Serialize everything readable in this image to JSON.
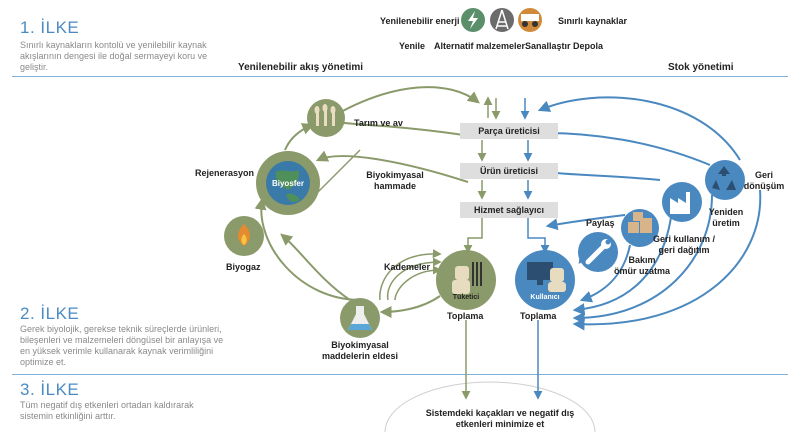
{
  "principles": [
    {
      "title": "1. İLKE",
      "desc": [
        "Sınırlı kaynakların kontolü ve yenilebilir kaynak",
        "akışlarının dengesi ile doğal sermayeyi koru ve",
        "geliştir."
      ]
    },
    {
      "title": "2. İLKE",
      "desc": [
        "Gerek biyolojik, gerekse teknik süreçlerde ürünleri,",
        "bileşenleri ve malzemeleri döngüsel bir anlayışa ve",
        "en yüksek verimle kullanarak kaynak verimliliğini",
        "optimize et."
      ]
    },
    {
      "title": "3. İLKE",
      "desc": [
        "Tüm negatif dış etkenleri ortadan kaldırarak",
        "sistemin etkinliğini arttır."
      ]
    }
  ],
  "legend": {
    "renewable": "Yenilenebilir enerji",
    "finite": "Sınırlı kaynaklar",
    "actions": [
      "Yenile",
      "Alternatif malzemeler",
      "Sanallaştır",
      "Depola"
    ]
  },
  "headers": {
    "left": "Yenilenebilir akış yönetimi",
    "right": "Stok yönetimi"
  },
  "chain": [
    "Parça üreticisi",
    "Ürün üreticisi",
    "Hizmet sağlayıcı"
  ],
  "bio": {
    "farming": "Tarım ve av",
    "biosphere": "Biyosfer",
    "regeneration": "Rejenerasyon",
    "biochem_feed": [
      "Biyokimyasal",
      "hammade"
    ],
    "biogas": "Biyogaz",
    "cascades": "Kademeler",
    "extraction": [
      "Biyokimyasal",
      "maddelerin eldesi"
    ]
  },
  "tech": {
    "share": "Paylaş",
    "maintain": [
      "Bakım",
      "ömür uzatma"
    ],
    "reuse": [
      "Geri kullanım /",
      "geri dağıtım"
    ],
    "remanufacture": [
      "Yeniden",
      "üretim"
    ],
    "recycle": [
      "Geri",
      "dönüşüm"
    ]
  },
  "consumer": "Tüketici",
  "user": "Kullanıcı",
  "collect_left": "Toplama",
  "collect_right": "Toplama",
  "leakage": [
    "Sistemdeki kaçakları ve negatif dış",
    "etkenleri minimize et"
  ],
  "colors": {
    "bio": "#8a9a6a",
    "tech": "#4a88c0",
    "title": "#4a8bc4"
  }
}
